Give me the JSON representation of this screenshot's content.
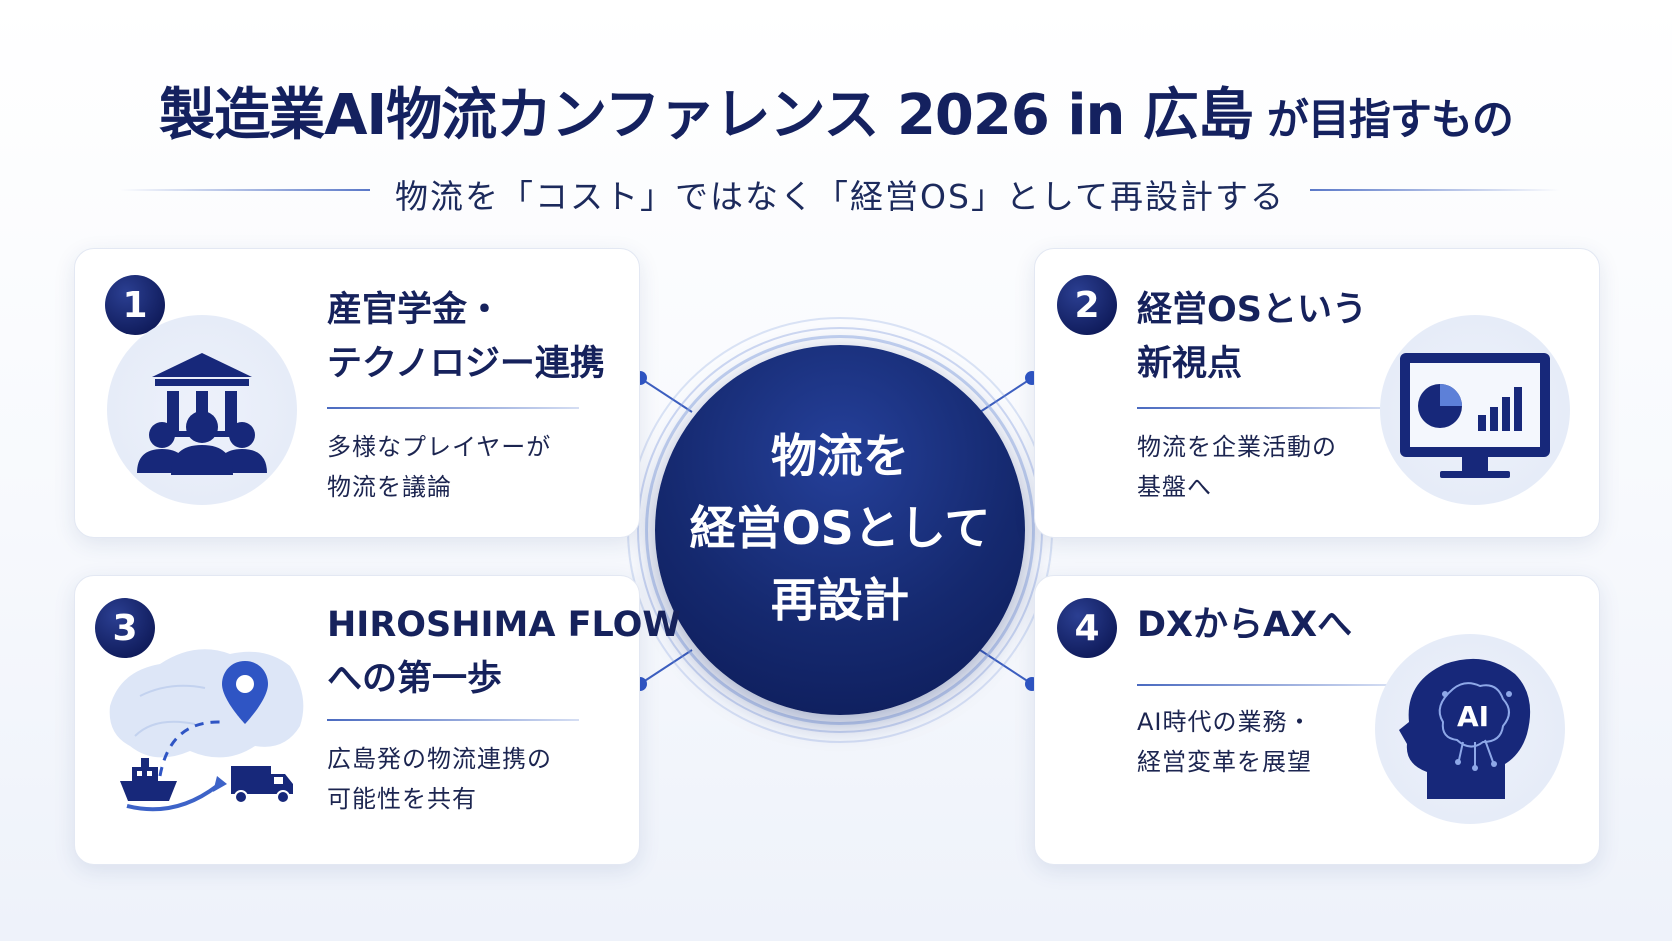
{
  "header": {
    "title": "製造業AI物流カンファレンス 2026 in 広島",
    "title_suffix": "が目指すもの",
    "subtitle": "物流を「コスト」ではなく「経営OS」として再設計する"
  },
  "center": {
    "lines": [
      "物流を",
      "経営OSとして",
      "再設計"
    ]
  },
  "cards": [
    {
      "number": "1",
      "title_lines": [
        "産官学金・",
        "テクノロジー連携"
      ],
      "desc_lines": [
        "多様なプレイヤーが",
        "物流を議論"
      ],
      "icon": "institution-people-icon"
    },
    {
      "number": "2",
      "title_lines": [
        "経営OSという",
        "新視点"
      ],
      "desc_lines": [
        "物流を企業活動の",
        "基盤へ"
      ],
      "icon": "monitor-chart-icon"
    },
    {
      "number": "3",
      "title_lines": [
        "HIROSHIMA FLOW",
        "への第一歩"
      ],
      "desc_lines": [
        "広島発の物流連携の",
        "可能性を共有"
      ],
      "icon": "map-ship-truck-icon"
    },
    {
      "number": "4",
      "title_lines": [
        "DXからAXへ"
      ],
      "desc_lines": [
        "AI時代の業務・",
        "経営変革を展望"
      ],
      "icon": "ai-head-icon",
      "icon_label": "AI"
    }
  ],
  "colors": {
    "navy": "#14215f",
    "accent": "#2f55c4",
    "light_circle": "#e8edf9"
  }
}
